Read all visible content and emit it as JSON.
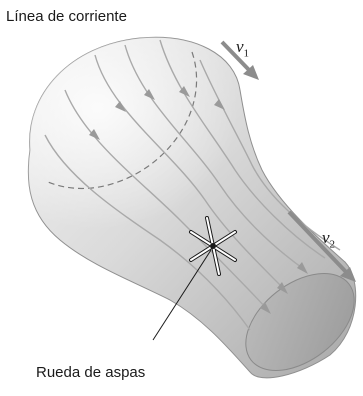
{
  "labels": {
    "streamline": "Línea de corriente",
    "paddle_wheel": "Rueda de aspas",
    "v1_symbol": "v",
    "v1_subscript": "1",
    "v2_symbol": "v",
    "v2_subscript": "2"
  },
  "colors": {
    "tube_light": "#f2f2f2",
    "tube_mid": "#cfcfcf",
    "tube_dark": "#9e9e9e",
    "streamline": "#a9a9a9",
    "arrow": "#8c8c8c",
    "ink": "#1a1a1a"
  }
}
